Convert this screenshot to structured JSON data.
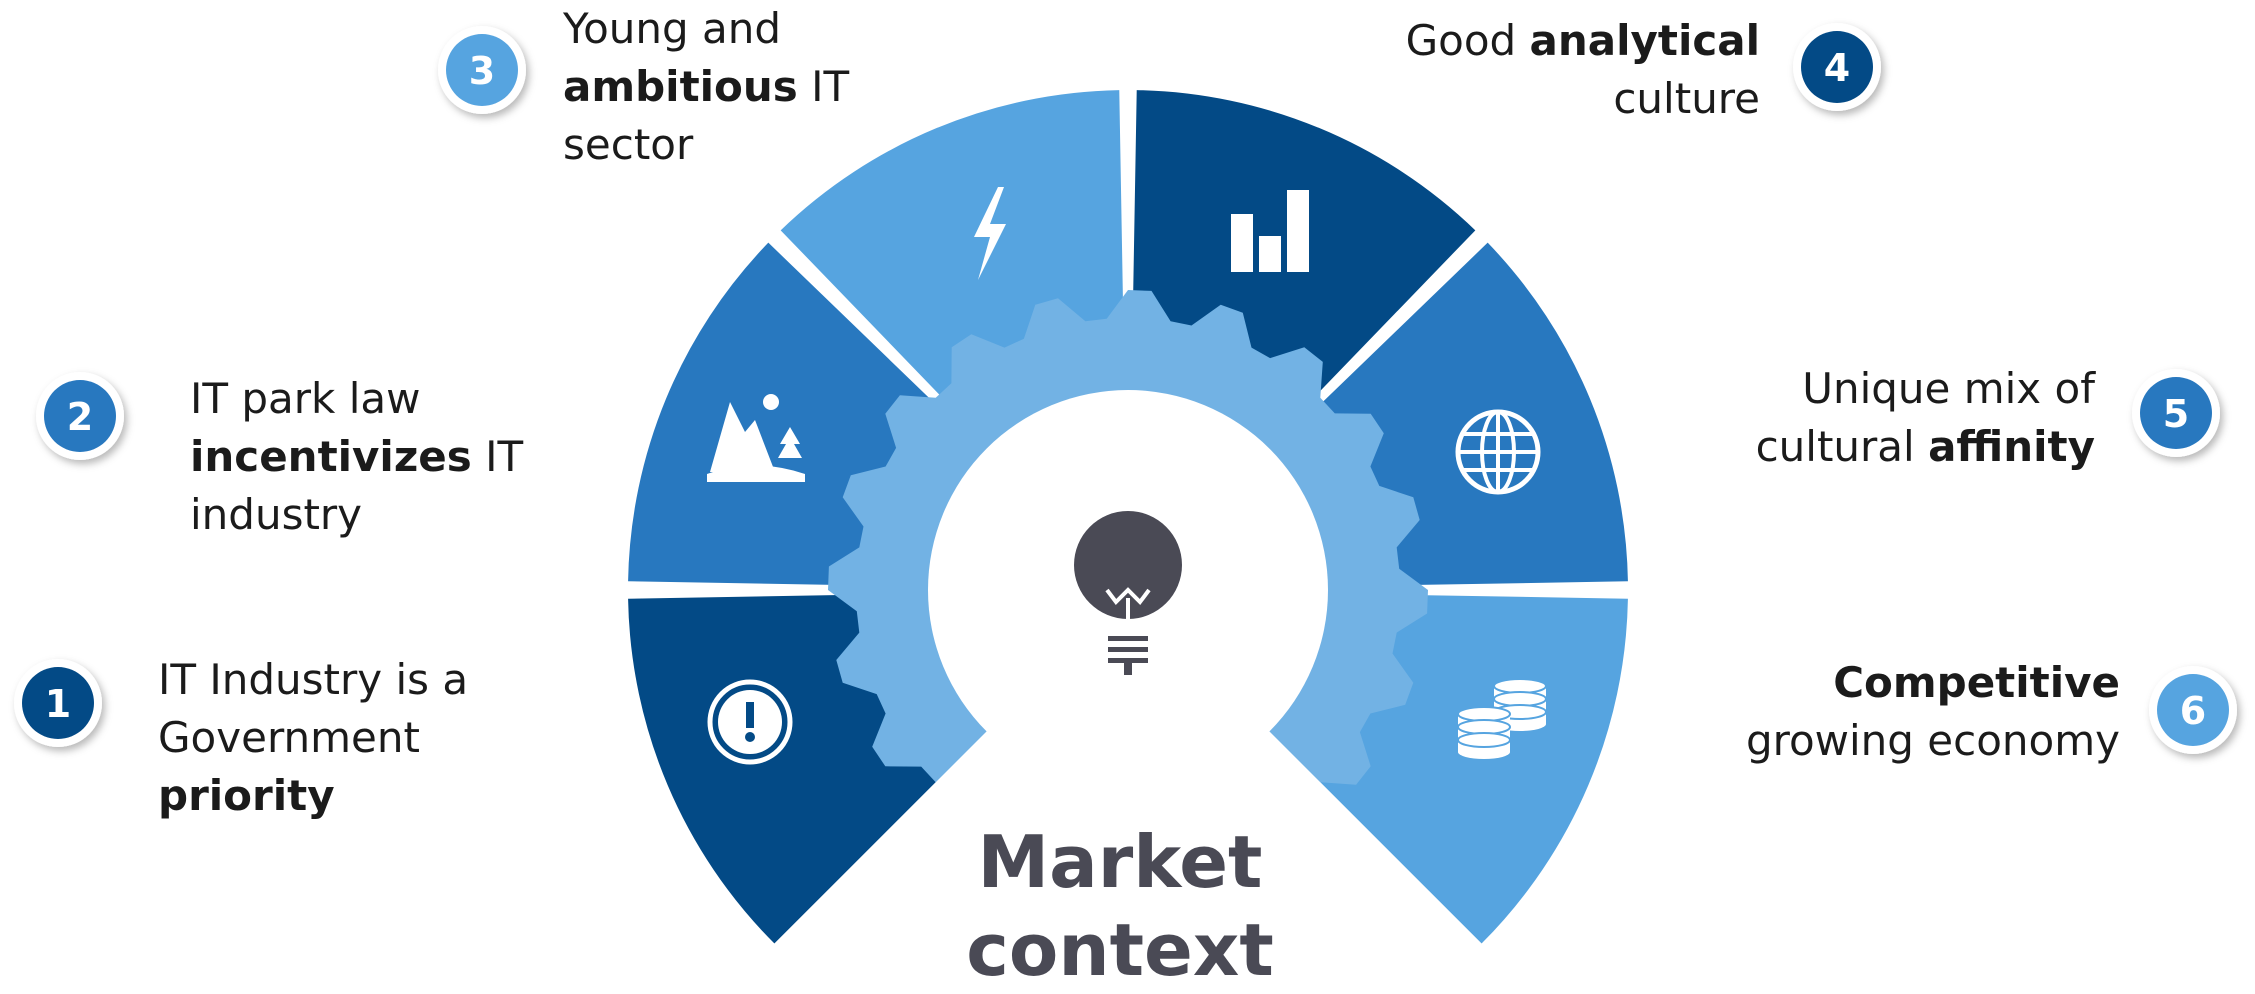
{
  "title": {
    "line1": "Market",
    "line2": "context"
  },
  "items": [
    {
      "number": "1",
      "text_a": "IT Industry is a",
      "text_b": "Government",
      "bold": "priority",
      "icon": "exclamation-icon",
      "color": "#034a86"
    },
    {
      "number": "2",
      "text_a": "IT park law",
      "bold": "incentivizes",
      "text_b": " IT",
      "text_c": "industry",
      "icon": "mountain-landscape-icon",
      "color": "#2878bf"
    },
    {
      "number": "3",
      "text_a": "Young and",
      "bold": "ambitious",
      "text_b": " IT",
      "text_c": "sector",
      "icon": "lightning-icon",
      "color": "#56a4e0"
    },
    {
      "number": "4",
      "text_a": "Good ",
      "bold": "analytical",
      "text_b": "culture",
      "icon": "bar-chart-icon",
      "color": "#034a86"
    },
    {
      "number": "5",
      "text_a": "Unique mix of",
      "text_b": "cultural ",
      "bold": "affinity",
      "icon": "globe-icon",
      "color": "#2878bf"
    },
    {
      "number": "6",
      "bold": "Competitive",
      "text_b": "growing economy",
      "icon": "coins-icon",
      "color": "#56a4e0"
    }
  ],
  "center_icon": "lightbulb-icon",
  "colors": {
    "dark": "#034a86",
    "mid": "#2878bf",
    "light": "#56a4e0",
    "gear": "#72b2e4",
    "text": "#1b1b1b",
    "title": "#4a4a55",
    "bulb": "#4a4a55"
  }
}
